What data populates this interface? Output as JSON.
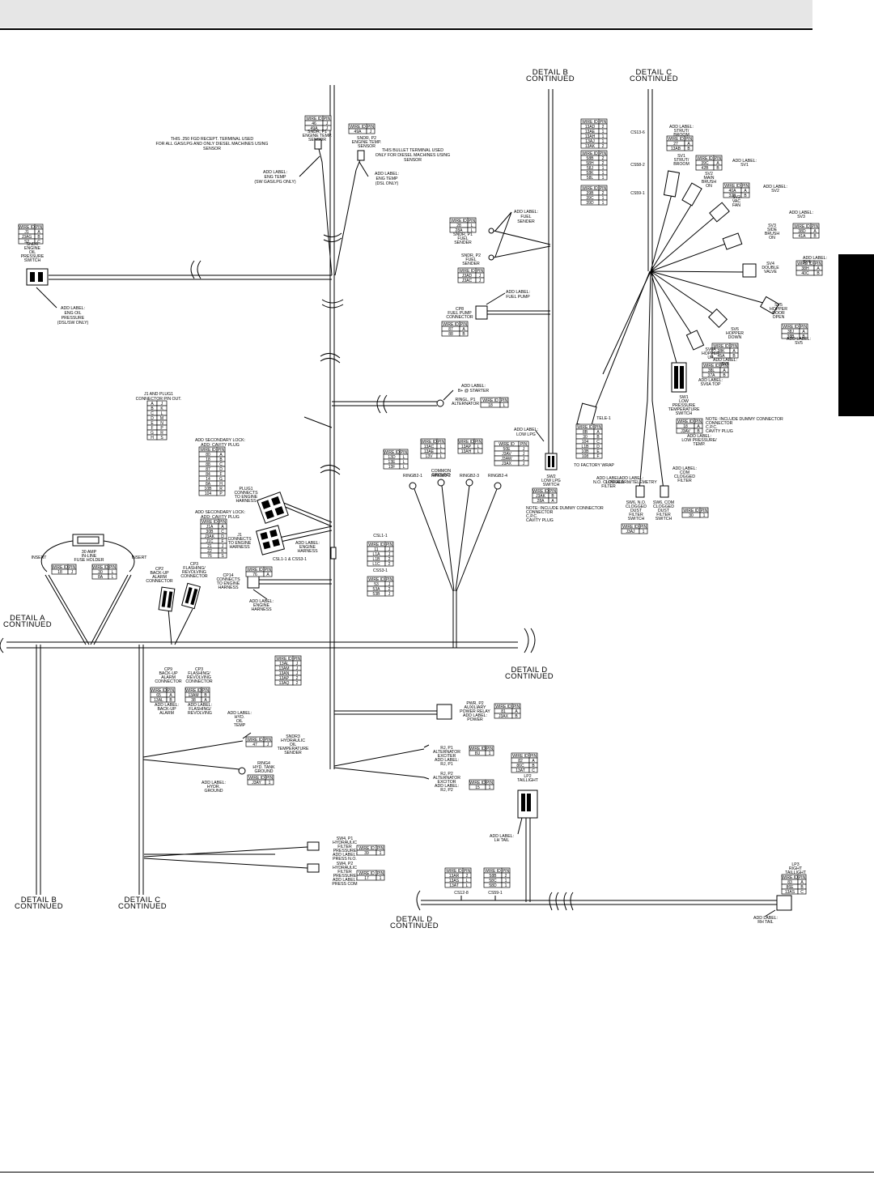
{
  "details": {
    "b_top": [
      "DETAIL B",
      "CONTINUED"
    ],
    "c_top": [
      "DETAIL C",
      "CONTINUED"
    ],
    "a_left": [
      "DETAIL A",
      "CONTINUED"
    ],
    "d_mid": [
      "DETAIL D",
      "CONTINUED"
    ],
    "b_bottom": [
      "DETAIL B",
      "CONTINUED"
    ],
    "c_bottom": [
      "DETAIL C",
      "CONTINUED"
    ],
    "d_bottom": [
      "DETAIL D",
      "CONTINUED"
    ]
  },
  "notes": {
    "terminal_250": [
      "THIS .250 FGD RECEPT. TERMINAL USED",
      "FOR ALL GAS/LPG AND ONLY DIESEL MACHINES USING",
      "SENSOR"
    ],
    "bullet_terminal": [
      "THIS BULLET TERMINAL USED",
      "ONLY FOR DIESEL MACHINES USING",
      "SENSOR"
    ],
    "eng_temp_gas": [
      "ADD LABEL:",
      "ENG TEMP",
      "(SW GAS/LPG ONLY)"
    ],
    "eng_temp_dsl": [
      "ADD LABEL:",
      "ENG TEMP",
      "(DSL ONLY)"
    ],
    "eng_oil_pressure": [
      "ADD LABEL:",
      "ENG OIL",
      "PRESSURE",
      "(DSL/SW ONLY)"
    ],
    "sndr_p1_temp": [
      "SNDR, P1",
      "ENGINE TEMP.",
      "SENSOR"
    ],
    "sndr_p2_temp": [
      "SNDR, P2",
      "ENGINE TEMP.",
      "SENSOR"
    ],
    "sndr_oil": [
      "SNDR",
      "ENGINE",
      "OIL",
      "PRESSURE",
      "SWITCH"
    ],
    "fuel_sender": [
      "ADD LABEL:",
      "FUEL",
      "SENDER"
    ],
    "sndr_fuel_p1": [
      "SNDR, P1",
      "FUEL",
      "SENDER"
    ],
    "sndr_fuel_p2": [
      "SNDR, P2",
      "FUEL",
      "SENDER"
    ],
    "fuel_pump_label": [
      "ADD LABEL:",
      "FUEL PUMP"
    ],
    "fuel_pump_conn": [
      "CP8",
      "FUEL PUMP",
      "CONNECTOR"
    ],
    "starter": [
      "ADD LABEL:",
      "B+ @ STARTER"
    ],
    "alternator_ring": [
      "RINGL, P1",
      "ALTERNATOR"
    ],
    "pin_out": [
      "J1 AND PLUG1",
      "CONNECTOR PIN OUT."
    ],
    "secondary_lock_1": [
      "ADD SECONDARY LOCK:",
      "ADD: CAVITY PLUG"
    ],
    "plug1": [
      "PLUG1",
      "CONNECTS",
      "TO ENGINE",
      "HARNESS"
    ],
    "secondary_lock_2": [
      "ADD SECONDARY LOCK:",
      "ADD: CAVITY PLUG"
    ],
    "j1": [
      "J1",
      "CONNECTS",
      "TO ENGINE",
      "HARNESS"
    ],
    "engine_harness": [
      "ADD LABEL:",
      "ENGINE",
      "HARNESS"
    ],
    "csl1": "CSL1-1 & CSS3-1",
    "fuel_holder": [
      "30 AMP",
      "IN-LINE",
      "FUSE HOLDER"
    ],
    "insert_left": "INSERT",
    "insert_right": "INSERT",
    "cp2": [
      "CP2",
      "BACK-UP",
      "ALARM",
      "CONNECTOR"
    ],
    "cp3": [
      "CP3",
      "FLASHING/",
      "REVOLVING",
      "CONNECTOR"
    ],
    "cp14": [
      "CP14",
      "CONNECTS",
      "TO ENGINE",
      "HARNESS"
    ],
    "engine_harness_2": [
      "ADD LABEL:",
      "ENGINE",
      "HARNESS"
    ],
    "low_lpg": [
      "ADD LABEL:",
      "LOW LPG"
    ],
    "low_lpg_switch": [
      "SW2",
      "LOW LPG",
      "SWITCH"
    ],
    "rings": [
      "RINGB2-1",
      "RINGB2-2",
      "RINGB2-3",
      "RINGB2-4"
    ],
    "common_ground": [
      "COMMON",
      "GROUND"
    ],
    "note_dummy": [
      "NOTE: INCLUDE DUMMY CONNECTOR",
      "CONNECTOR",
      "C.P.C.",
      "CAVITY PLUG"
    ],
    "csl1_1": "CSL1-1",
    "css3_1": "CSS3-1",
    "factory_wrap": "TO FACTORY WRAP",
    "ground_label": [
      "ADD LABEL:",
      "LOW ALARM/TELEMETRY"
    ],
    "cp9": [
      "CP9",
      "BACK-UP",
      "ALARM",
      "CONNECTOR"
    ],
    "cp3b": [
      "CP3",
      "FLASHING/",
      "REVOLVING",
      "CONNECTOR"
    ],
    "backup_alarm": [
      "ADD LABEL:",
      "BACK-UP",
      "ALARM"
    ],
    "flashing": [
      "ADD LABEL:",
      "FLASHING/",
      "REVOLVING"
    ],
    "hyd_oil_temp": [
      "ADD LABEL:",
      "HYD.",
      "OIL",
      "TEMP"
    ],
    "sndr_hyd": [
      "SNDR3",
      "HYDRAULIC",
      "OIL",
      "TEMPERATURE",
      "SENDER"
    ],
    "ring_hyd": [
      "RING4",
      "HYD. TANK",
      "GROUND"
    ],
    "hyd_ground": [
      "ADD LABEL:",
      "HYDR.",
      "GROUND"
    ],
    "power_relay": [
      "PWR, P2",
      "AUXILIARY",
      "POWER RELAY",
      "ADD LABEL:",
      "POWER"
    ],
    "alternator_p1": [
      "RJ, P1",
      "ALTERNATOR",
      "EXCITER",
      "ADD LABEL:",
      "RJ, P1"
    ],
    "alternator_p2": [
      "RJ, P2",
      "ALTERNATOR",
      "EXCITOR",
      "ADD LABEL:",
      "RJ, P2"
    ],
    "lh_tail": [
      "LP2",
      "TAILLIGHT"
    ],
    "lh_tail_label": [
      "ADD LABEL:",
      "LH TAIL"
    ],
    "sw4_p1": [
      "SW4, P1",
      "HYDRAULIC",
      "FILTER",
      "PRESSURE",
      "ADD LABEL:",
      "PRESS N.O."
    ],
    "sw4_p2": [
      "SW4, P2",
      "HYDRAULIC",
      "FILTER",
      "PRESSURE",
      "ADD LABEL:",
      "PRESS COM"
    ],
    "rh_tail": [
      "LP3",
      "RIGHT",
      "TAILLIGHT"
    ],
    "rh_tail_label": [
      "ADD LABEL:",
      "RH TAIL"
    ],
    "cs_bottom": [
      "CS12-8",
      "CS59-1"
    ],
    "css_top": [
      "CS13-6",
      "CS58-2",
      "CS59-1"
    ],
    "strut_broom": [
      "ADD LABEL:",
      "STRUT/",
      "BROOM"
    ],
    "sv1": [
      "SV1",
      "STRUT/",
      "BROOM"
    ],
    "sv1_label": [
      "ADD LABEL:",
      "SV1"
    ],
    "sv2": [
      "SV2",
      "MAIN",
      "BRUSH",
      "ON"
    ],
    "sv2_label": [
      "ADD LABEL:",
      "SV2"
    ],
    "sv2_vac": [
      "SV2",
      "VAC",
      "FAN"
    ],
    "sv3": [
      "SV3",
      "SIDE",
      "BRUSH",
      "ON"
    ],
    "sv3_label": [
      "ADD LABEL:",
      "SV3"
    ],
    "sv4": [
      "SV4",
      "DOUBLE",
      "VALVE"
    ],
    "sv4_label": [
      "ADD LABEL:",
      "SV4"
    ],
    "sv5": [
      "SV5",
      "HOPPER",
      "DOOR",
      "OPEN"
    ],
    "sv5_label": [
      "ADD LABEL:",
      "SV5"
    ],
    "sv6": [
      "SV6",
      "HOPPER",
      "DOWN"
    ],
    "sv6_label": [
      "ADD LABEL:",
      "SV6"
    ],
    "sv6a": [
      "SV6A",
      "HOPPER",
      "UP"
    ],
    "sv6a_label": [
      "ADD LABEL:",
      "SV6A TOP"
    ],
    "sw1": [
      "SW1",
      "LOW",
      "PRESSURE",
      "TEMPERATURE",
      "SWITCH"
    ],
    "tele": "TELE-1",
    "low_pressure": [
      "ADD LABEL:",
      "LOW PRESSURE/",
      "TEMP."
    ],
    "note_dummy_right": [
      "NOTE: INCLUDE DUMMY CONNECTOR",
      "CONNECTOR",
      "C.P.C.",
      "CAVITY PLUG"
    ],
    "filter_com": [
      "ADD LABEL:",
      "COM",
      "CLOGGED",
      "FILTER"
    ],
    "filter_no": [
      "ADD LABEL:",
      "N.O. CLOGGED",
      "FILTER"
    ],
    "sw6_no": [
      "SW6, N.O.",
      "CLOGGED",
      "DUST",
      "FILTER",
      "SWITCH"
    ],
    "sw6_com": [
      "SW6, COM",
      "CLOGGED",
      "DUST",
      "FILTER",
      "SWITCH"
    ]
  },
  "tables": {
    "oil_sw": {
      "hdr": [
        "WIRE ID",
        "PIN"
      ],
      "rows": [
        [
          "J1",
          "A"
        ],
        [
          "J3AG",
          "B"
        ],
        [
          "S2",
          "C"
        ]
      ]
    },
    "p1_temp": {
      "hdr": [
        "WIRE ID",
        "PIN"
      ],
      "rows": [
        [
          "46",
          "J"
        ],
        [
          "49A",
          "J"
        ]
      ]
    },
    "p2_temp": {
      "hdr": [
        "WIRE ID",
        "PIN"
      ],
      "rows": [
        [
          "49A",
          "J"
        ]
      ]
    },
    "fuel_p1": {
      "hdr": [
        "WIRE ID",
        "PIN"
      ],
      "rows": [
        [
          "28",
          "L"
        ],
        [
          "28A",
          "L"
        ]
      ]
    },
    "fuel_p2": {
      "hdr": [
        "WIRE ID",
        "PIN"
      ],
      "rows": [
        [
          "J3AD",
          "J"
        ],
        [
          "J3AC",
          "J"
        ]
      ]
    },
    "fuel_pump": {
      "hdr": [
        "WIRE ID",
        "PIN"
      ],
      "rows": [
        [
          "87",
          "A"
        ],
        [
          "88",
          "B"
        ]
      ]
    },
    "alt_ring": {
      "hdr": [
        "WIRE ID",
        "PIN"
      ],
      "rows": [
        [
          "18",
          "L"
        ]
      ]
    },
    "pinout": {
      "hdr": [],
      "rows": [
        [
          "A",
          "J"
        ],
        [
          "B",
          "K"
        ],
        [
          "C",
          "L"
        ],
        [
          "D",
          "M"
        ],
        [
          "E",
          "N"
        ],
        [
          "F",
          "P"
        ],
        [
          "G",
          "R"
        ],
        [
          "H",
          "S"
        ]
      ]
    },
    "plug1": {
      "hdr": [
        "WIRE ID",
        "PIN"
      ],
      "rows": [
        [
          "80",
          "A"
        ],
        [
          "18",
          "B"
        ],
        [
          "88",
          "C"
        ],
        [
          "87",
          "D"
        ],
        [
          "84",
          "F"
        ],
        [
          "14",
          "G"
        ],
        [
          "8A",
          "H"
        ],
        [
          "10B",
          "R"
        ],
        [
          "104",
          "P"
        ]
      ]
    },
    "j1": {
      "hdr": [
        "WIRE ID",
        "PIN"
      ],
      "rows": [
        [
          "J1A",
          "A"
        ],
        [
          "30B",
          "C"
        ],
        [
          "J3AK",
          "D"
        ],
        [
          "J1C",
          "F"
        ],
        [
          "21",
          "J"
        ],
        [
          "22",
          "K"
        ],
        [
          "76",
          "S"
        ]
      ]
    },
    "fuse_left": {
      "hdr": [
        "WIRE ID",
        "PIN"
      ],
      "rows": [
        [
          "18",
          "J"
        ]
      ]
    },
    "fuse_right": {
      "hdr": [
        "WIRE ID",
        "PIN"
      ],
      "rows": [
        [
          "30",
          "L"
        ],
        [
          "8A",
          "L"
        ]
      ]
    },
    "cp14": {
      "hdr": [
        "WIRE ID",
        "PIN"
      ],
      "rows": [
        [
          "76",
          "A"
        ]
      ]
    },
    "cs_mid": {
      "hdr": [
        "WIRE ID",
        "PIN"
      ],
      "rows": [
        [
          "13AL",
          "J"
        ],
        [
          "13AM",
          "J"
        ],
        [
          "13AN",
          "J"
        ],
        [
          "13AP",
          "2"
        ],
        [
          "13AQ",
          "2"
        ]
      ]
    },
    "ring_a": {
      "hdr": [
        "WIRE ID",
        "PIN"
      ],
      "rows": [
        [
          "13D",
          "L"
        ],
        [
          "13E",
          "L"
        ],
        [
          "13F",
          "L"
        ]
      ]
    },
    "ring_b": {
      "hdr": [
        "WIRE ID",
        "PIN"
      ],
      "rows": [
        [
          "13AC",
          "L"
        ],
        [
          "13AE",
          "L"
        ],
        [
          "13V",
          "L"
        ]
      ]
    },
    "ring_c": {
      "hdr": [
        "WIRE ID",
        "PIN"
      ],
      "rows": [
        [
          "13AP",
          "L"
        ],
        [
          "13AH",
          "L"
        ]
      ]
    },
    "ring_d": {
      "hdr": [
        "WIRE ID",
        "PIN"
      ],
      "rows": [
        [
          "50E",
          "J"
        ],
        [
          "J3AV",
          "J"
        ],
        [
          "J3AW",
          "J"
        ],
        [
          "J3AX",
          "J"
        ]
      ]
    },
    "low_lpg": {
      "hdr": [
        "WIRE ID",
        "PIN"
      ],
      "rows": [
        [
          "J3AK",
          "B"
        ],
        [
          "28A",
          "A"
        ]
      ]
    },
    "csl1": {
      "hdr": [
        "WIRE ID",
        "PIN"
      ],
      "rows": [
        [
          "11",
          "J"
        ],
        [
          "L1A",
          "J"
        ],
        [
          "L1B",
          "2"
        ],
        [
          "L1C",
          "2"
        ]
      ]
    },
    "css3": {
      "hdr": [
        "WIRE ID",
        "PIN"
      ],
      "rows": [
        [
          "53",
          "J"
        ],
        [
          "53A",
          "2"
        ],
        [
          "53B",
          "J"
        ]
      ]
    },
    "cp9": {
      "hdr": [
        "WIRE ID",
        "PIN"
      ],
      "rows": [
        [
          "65",
          "A"
        ],
        [
          "13AL",
          "B"
        ]
      ]
    },
    "cp3b": {
      "hdr": [
        "WIRE ID",
        "PIN"
      ],
      "rows": [
        [
          "13AM",
          "B"
        ],
        [
          "38",
          "A"
        ]
      ]
    },
    "hyd_temp": {
      "hdr": [
        "WIRE ID",
        "PIN"
      ],
      "rows": [
        [
          "47",
          "J"
        ]
      ]
    },
    "hyd_ground": {
      "hdr": [
        "WIRE ID",
        "PIN"
      ],
      "rows": [
        [
          "J3AY",
          "1"
        ]
      ]
    },
    "power_relay": {
      "hdr": [
        "WIRE ID",
        "PIN"
      ],
      "rows": [
        [
          "81",
          "A"
        ],
        [
          "J3AX",
          "B"
        ]
      ]
    },
    "alt_p1": {
      "hdr": [
        "WIRE ID",
        "PIN"
      ],
      "rows": [
        [
          "8U",
          "1"
        ]
      ]
    },
    "alt_p2": {
      "hdr": [
        "WIRE ID",
        "PIN"
      ],
      "rows": [
        [
          "15",
          "1"
        ]
      ]
    },
    "lh_tail": {
      "hdr": [
        "WIRE ID",
        "PIN"
      ],
      "rows": [
        [
          "82",
          "A"
        ],
        [
          "86C",
          "B"
        ],
        [
          "13AT",
          "C"
        ]
      ]
    },
    "sw4_p1": {
      "hdr": [
        "WIRE ID",
        "PIN"
      ],
      "rows": [
        [
          "39",
          "1"
        ]
      ]
    },
    "sw4_p2": {
      "hdr": [
        "WIRE ID",
        "PIN"
      ],
      "rows": [
        [
          "17",
          "1"
        ]
      ]
    },
    "cs_bottom_a": {
      "hdr": [
        "WIRE ID",
        "PIN"
      ],
      "rows": [
        [
          "13AR",
          "2"
        ],
        [
          "13AS",
          "L"
        ],
        [
          "13AT",
          "L"
        ]
      ]
    },
    "cs_bottom_b": {
      "hdr": [
        "WIRE ID",
        "PIN"
      ],
      "rows": [
        [
          "58B",
          "2"
        ],
        [
          "58C",
          "1"
        ],
        [
          "58D",
          "1"
        ]
      ]
    },
    "rh_tail": {
      "hdr": [
        "WIRE ID",
        "PIN"
      ],
      "rows": [
        [
          "83",
          "A"
        ],
        [
          "86E",
          "B"
        ],
        [
          "13AS",
          "C"
        ]
      ]
    },
    "c_top1": {
      "hdr": [
        "WIRE ID",
        "PIN"
      ],
      "rows": [
        [
          "13AD",
          "2"
        ],
        [
          "13AE",
          "1"
        ],
        [
          "13AH",
          "1"
        ],
        [
          "13AJ",
          "1"
        ],
        [
          "13AK",
          "2"
        ]
      ]
    },
    "c_top2": {
      "hdr": [
        "WIRE ID",
        "PIN"
      ],
      "rows": [
        [
          "58B",
          "2"
        ],
        [
          "58H",
          "2"
        ],
        [
          "58J",
          "1"
        ],
        [
          "58K",
          "1"
        ],
        [
          "58L",
          "1"
        ]
      ]
    },
    "c_top3": {
      "hdr": [
        "WIRE ID",
        "PIN"
      ],
      "rows": [
        [
          "39B",
          "2"
        ],
        [
          "39C",
          "1"
        ],
        [
          "39D",
          "1"
        ]
      ]
    },
    "strut": {
      "hdr": [
        "WIRE ID",
        "PIN"
      ],
      "rows": [
        [
          "27",
          "A"
        ],
        [
          "13AB",
          "B"
        ]
      ]
    },
    "sv1": {
      "hdr": [
        "WIRE ID",
        "PIN"
      ],
      "rows": [
        [
          "39C",
          "A"
        ],
        [
          "42B",
          "B"
        ]
      ]
    },
    "sv2": {
      "hdr": [
        "WIRE ID",
        "PIN"
      ],
      "rows": [
        [
          "40A",
          "A"
        ],
        [
          "32B",
          "B"
        ]
      ]
    },
    "sv3": {
      "hdr": [
        "WIRE ID",
        "PIN"
      ],
      "rows": [
        [
          "38D",
          "A"
        ],
        [
          "41A",
          "B"
        ]
      ]
    },
    "sv4": {
      "hdr": [
        "WIRE ID",
        "PIN"
      ],
      "rows": [
        [
          "38H",
          "A"
        ],
        [
          "40C",
          "B"
        ]
      ]
    },
    "sv5": {
      "hdr": [
        "WIRE ID",
        "PIN"
      ],
      "rows": [
        [
          "38J",
          "A"
        ],
        [
          "38B",
          "B"
        ]
      ]
    },
    "sv6": {
      "hdr": [
        "WIRE ID",
        "PIN"
      ],
      "rows": [
        [
          "38K",
          "A"
        ],
        [
          "45A",
          "B"
        ]
      ]
    },
    "sv6a": {
      "hdr": [
        "WIRE ID",
        "PIN"
      ],
      "rows": [
        [
          "38L",
          "A"
        ],
        [
          "37A",
          "B"
        ]
      ]
    },
    "tele": {
      "hdr": [
        "WIRE ID",
        "PIN"
      ],
      "rows": [
        [
          "8B",
          "A"
        ],
        [
          "30",
          "B"
        ],
        [
          "104",
          "C"
        ],
        [
          "L1B",
          "D"
        ],
        [
          "10B",
          "E"
        ],
        [
          "108",
          "F"
        ]
      ]
    },
    "sw1": {
      "hdr": [
        "WIRE ID",
        "PIN"
      ],
      "rows": [
        [
          "18",
          "A"
        ],
        [
          "J3AV",
          "B"
        ]
      ]
    },
    "sw6_no": {
      "hdr": [
        "WIRE ID",
        "PIN"
      ],
      "rows": [
        [
          "J3AJ",
          "1"
        ]
      ]
    },
    "sw6_com": {
      "hdr": [
        "WIRE ID",
        "PIN"
      ],
      "rows": [
        [
          "30",
          "1"
        ]
      ]
    }
  }
}
